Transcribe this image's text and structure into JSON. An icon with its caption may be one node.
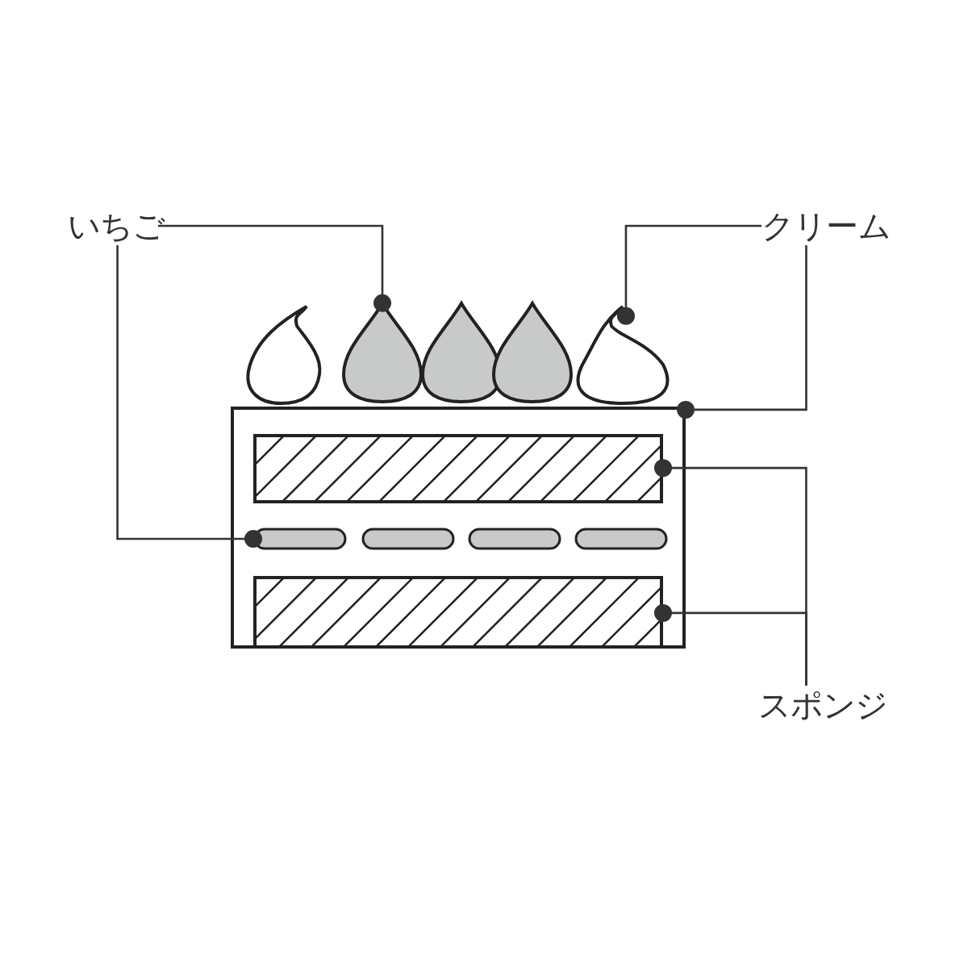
{
  "diagram": {
    "nodes": [
      {
        "text": [
          "いちご"
        ]
      },
      {
        "text": [
          "クリーム"
        ]
      },
      {
        "text": [
          "スポンジ"
        ]
      },
      {
        "text": [],
        "shape": "drop"
      },
      {
        "text": [],
        "shape": "swirl"
      },
      {
        "text": [],
        "shape": "box"
      },
      {
        "text": [],
        "shape": "box",
        "in": 5
      },
      {
        "text": [],
        "shape": "bar",
        "in": 5
      },
      {
        "text": [],
        "shape": "bar",
        "in": 5
      },
      {
        "text": [],
        "shape": "bar",
        "in": 5
      },
      {
        "text": [],
        "shape": "bar",
        "in": 5
      },
      {
        "text": [],
        "shape": "box",
        "in": 5
      }
    ],
    "edges": [
      {
        "from": 0,
        "to": 3,
        "arrow": "other"
      },
      {
        "from": 0,
        "to": 7,
        "arrow": "other"
      },
      {
        "from": 1,
        "to": 4,
        "arrow": "other"
      },
      {
        "from": 1,
        "to": 5,
        "arrow": "other"
      },
      {
        "from": 2,
        "to": 6,
        "arrow": "other"
      },
      {
        "from": 2,
        "to": 11,
        "arrow": "other"
      }
    ]
  }
}
